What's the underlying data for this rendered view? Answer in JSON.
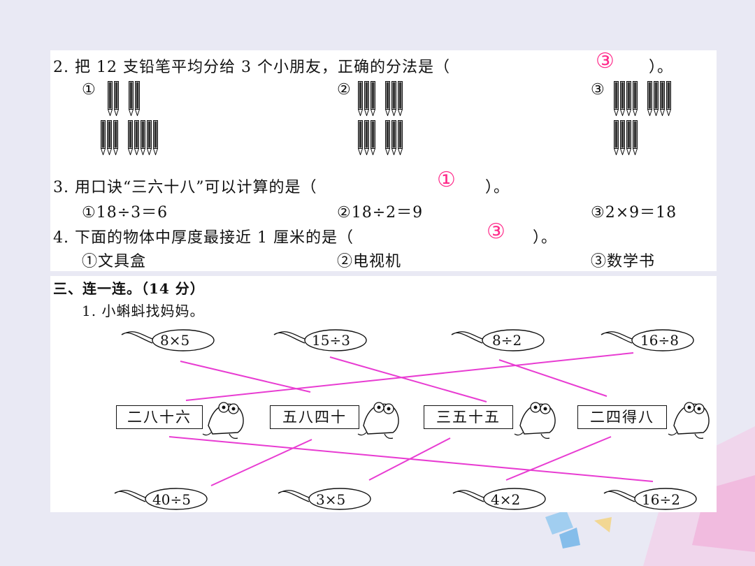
{
  "q2": {
    "text": "2. 把 12 支铅笔平均分给 3 个小朋友，正确的分法是（",
    "close": "）。",
    "answer": "③",
    "options": [
      "①",
      "②",
      "③"
    ]
  },
  "q3": {
    "text": "3. 用口诀“三六十八”可以计算的是（",
    "close": "）。",
    "answer": "①",
    "options": [
      "①18÷3＝6",
      "②18÷2＝9",
      "③2×9＝18"
    ]
  },
  "q4": {
    "text": "4. 下面的物体中厚度最接近 1 厘米的是（",
    "close": "）。",
    "answer": "③",
    "options": [
      "①文具盒",
      "②电视机",
      "③数学书"
    ]
  },
  "section3": {
    "title": "三、连一连。（14 分）",
    "sub": "1. 小蝌蚪找妈妈。",
    "top_tadpoles": [
      "8×5",
      "15÷3",
      "8÷2",
      "16÷8"
    ],
    "frogs": [
      "二八十六",
      "五八四十",
      "三五十五",
      "二四得八"
    ],
    "bottom_tadpoles": [
      "40÷5",
      "3×5",
      "4×2",
      "16÷2"
    ]
  },
  "colors": {
    "answer": "#ff2a8a",
    "lines": "#e83cd2"
  }
}
